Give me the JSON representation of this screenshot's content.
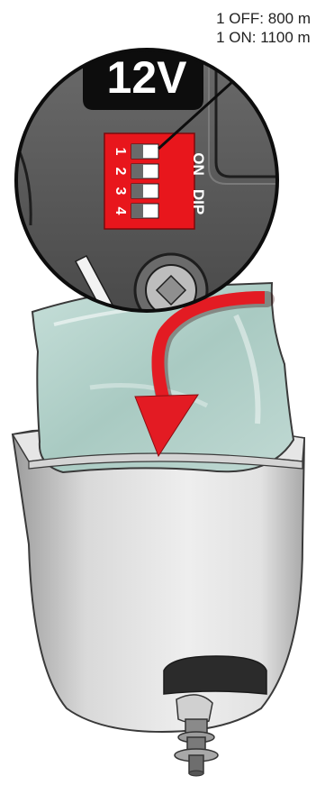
{
  "callout": {
    "line1": "1 OFF: 800 m",
    "line2": "1 ON: 1100 m"
  },
  "voltage_label": "12V",
  "dip_switch": {
    "on_label": "ON",
    "dip_label": "DIP",
    "numbers": [
      "1",
      "2",
      "3",
      "4"
    ],
    "color": "#e8161c"
  },
  "colors": {
    "arrow": "#e31b23",
    "bag": "#b6d4cd",
    "holder": "#c9c9c9",
    "magnifier_bg": "#5a5a5a"
  }
}
